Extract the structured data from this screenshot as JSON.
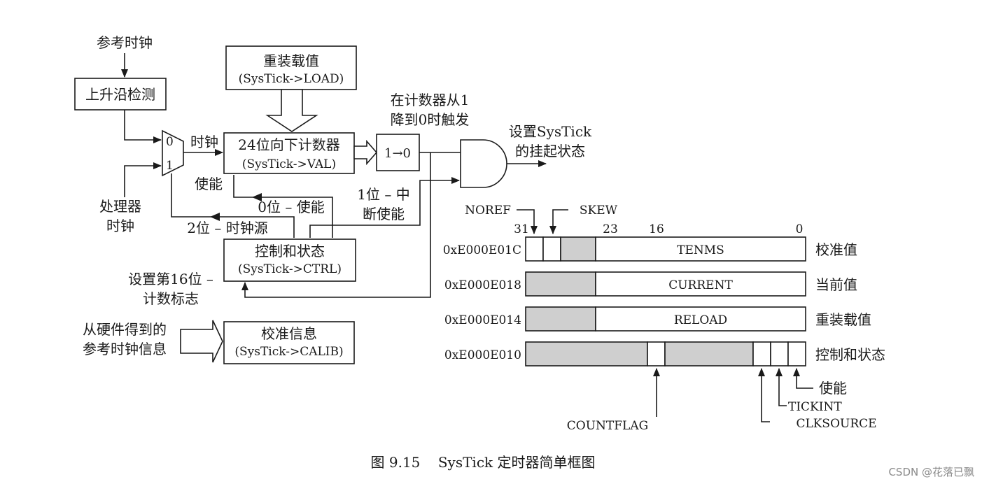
{
  "diagram": {
    "ref_clock": "参考时钟",
    "edge_detect": "上升沿检测",
    "mux_in0": "0",
    "mux_in1": "1",
    "clock_label": "时钟",
    "cpu_clock_line1": "处理器",
    "cpu_clock_line2": "时钟",
    "reload_title": "重装载值",
    "reload_reg": "(SysTick->LOAD)",
    "counter_title": "24位向下计数器",
    "counter_reg": "(SysTick->VAL)",
    "trigger_line1": "在计数器从1",
    "trigger_line2": "降到0时触发",
    "transition": "1→0",
    "pending_line1": "设置SysTick",
    "pending_line2": "的挂起状态",
    "enable_label": "使能",
    "bit0_label": "0位 – 使能",
    "bit1_line1": "1位 – 中",
    "bit1_line2": "断使能",
    "bit2_label": "2位 – 时钟源",
    "ctrl_title": "控制和状态",
    "ctrl_reg": "(SysTick->CTRL)",
    "flag_line1": "设置第16位 –",
    "flag_line2": "计数标志",
    "calib_src_line1": "从硬件得到的",
    "calib_src_line2": "参考时钟信息",
    "calib_title": "校准信息",
    "calib_reg": "(SysTick->CALIB)"
  },
  "registers": {
    "noref": "NOREF",
    "skew": "SKEW",
    "bit31": "31",
    "bit23": "23",
    "bit16": "16",
    "bit0": "0",
    "rows": [
      {
        "address": "0xE000E01C",
        "field": "TENMS",
        "name": "校准值"
      },
      {
        "address": "0xE000E018",
        "field": "CURRENT",
        "name": "当前值"
      },
      {
        "address": "0xE000E014",
        "field": "RELOAD",
        "name": "重装载值"
      },
      {
        "address": "0xE000E010",
        "field": "",
        "name": "控制和状态"
      }
    ],
    "enable": "使能",
    "tickint": "TICKINT",
    "clksource": "CLKSOURCE",
    "countflag": "COUNTFLAG"
  },
  "caption": "图 9.15    SysTick 定时器简单框图",
  "watermark": "CSDN @花落已飘"
}
